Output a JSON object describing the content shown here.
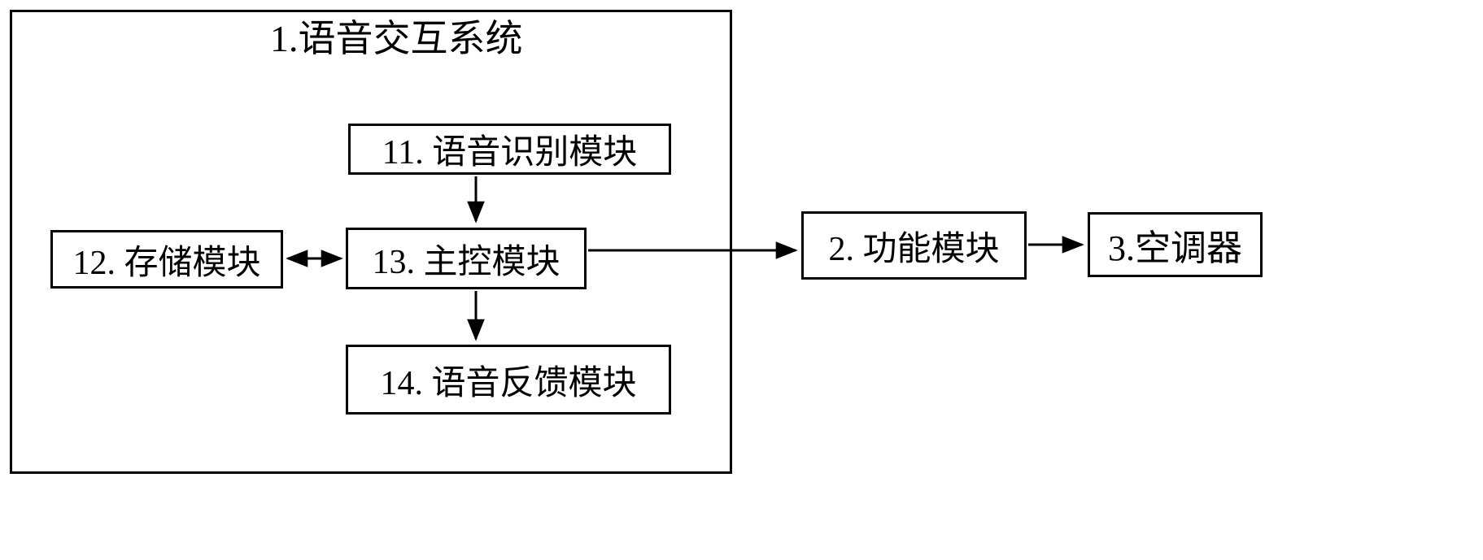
{
  "diagram": {
    "title": "1.语音交互系统",
    "boxes": {
      "speech_recognition": {
        "label": "11. 语音识别模块"
      },
      "storage": {
        "label": "12. 存储模块"
      },
      "main_control": {
        "label": "13. 主控模块"
      },
      "voice_feedback": {
        "label": "14. 语音反馈模块"
      },
      "function_module": {
        "label": "2. 功能模块"
      },
      "air_conditioner": {
        "label": "3.空调器"
      }
    },
    "connections": [
      {
        "from": "11. 语音识别模块",
        "to": "13. 主控模块",
        "type": "arrow"
      },
      {
        "from": "12. 存储模块",
        "to": "13. 主控模块",
        "type": "double-arrow"
      },
      {
        "from": "13. 主控模块",
        "to": "2. 功能模块",
        "type": "arrow"
      },
      {
        "from": "2. 功能模块",
        "to": "3.空调器",
        "type": "arrow"
      },
      {
        "from": "13. 主控模块",
        "to": "14. 语音反馈模块",
        "type": "arrow"
      }
    ],
    "colors": {
      "line": "#000000",
      "background": "#ffffff"
    }
  }
}
